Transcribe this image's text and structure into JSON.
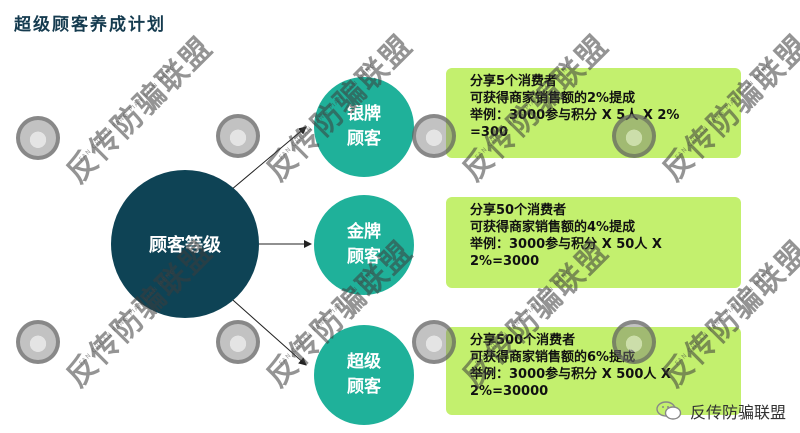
{
  "title": "超级顾客养成计划",
  "center_label": "顾客等级",
  "levels": [
    {
      "label_line1": "银牌",
      "label_line2": "顾客",
      "lines": [
        "分享5个消费者",
        "可获得商家销售额的2%提成",
        "举例：3000参与积分 X 5人 X 2%",
        "=300"
      ]
    },
    {
      "label_line1": "金牌",
      "label_line2": "顾客",
      "lines": [
        "分享50个消费者",
        "可获得商家销售额的4%提成",
        "举例：3000参与积分 X 50人 X",
        "2%=3000"
      ]
    },
    {
      "label_line1": "超级",
      "label_line2": "顾客",
      "lines": [
        "分享500个消费者",
        "可获得商家销售额的6%提成",
        "举例：3000参与积分 X 500人 X",
        "2%=30000"
      ]
    }
  ],
  "watermark": {
    "text": "反传防骗联盟",
    "subtext": "FAN CHUAN FANG PIAN LIAN MENG"
  },
  "footer": {
    "icon": "wechat-icon",
    "text": "反传防骗联盟"
  },
  "colors": {
    "center": "#0e4355",
    "level": "#1fb19a",
    "box": "#c3f06e",
    "title": "#153b4f"
  }
}
